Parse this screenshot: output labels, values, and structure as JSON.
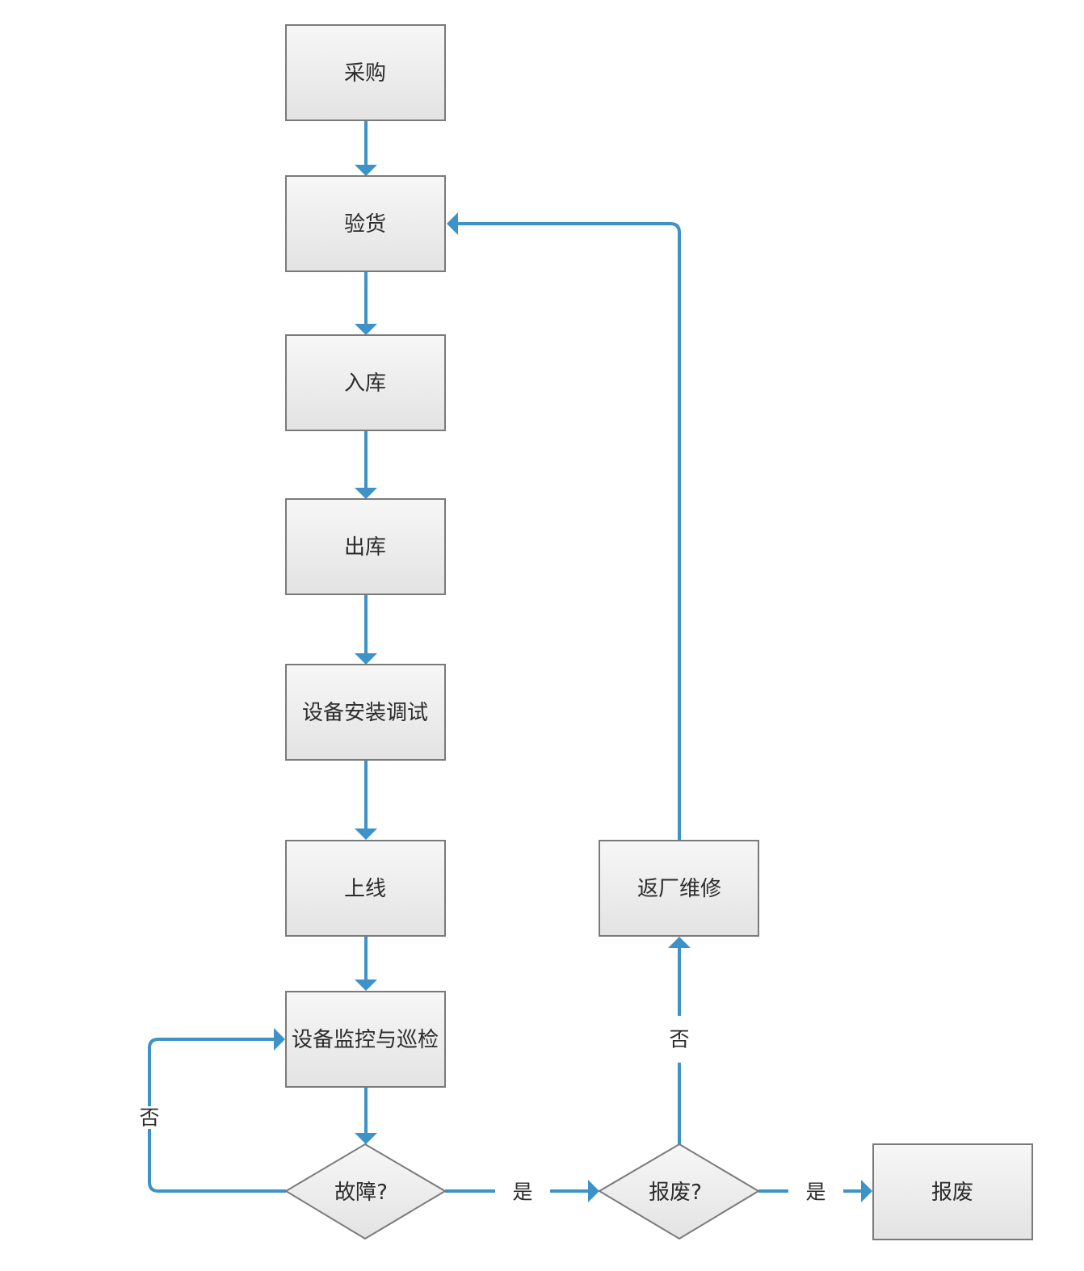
{
  "nodes": {
    "purchase": "采购",
    "inspect": "验货",
    "stock_in": "入库",
    "stock_out": "出库",
    "install": "设备安装调试",
    "online": "上线",
    "monitor": "设备监控与巡检",
    "fault": "故障?",
    "scrap_check": "报废?",
    "repair": "返厂维修",
    "scrap": "报废"
  },
  "edge_labels": {
    "fault_no": "否",
    "fault_yes": "是",
    "scrap_no": "否",
    "scrap_yes": "是"
  },
  "colors": {
    "edge": "#3d93c7",
    "box_border": "#7a7a7a",
    "box_fill_top": "#f7f7f7",
    "box_fill_bottom": "#e4e4e4",
    "text": "#2b2b2b"
  }
}
